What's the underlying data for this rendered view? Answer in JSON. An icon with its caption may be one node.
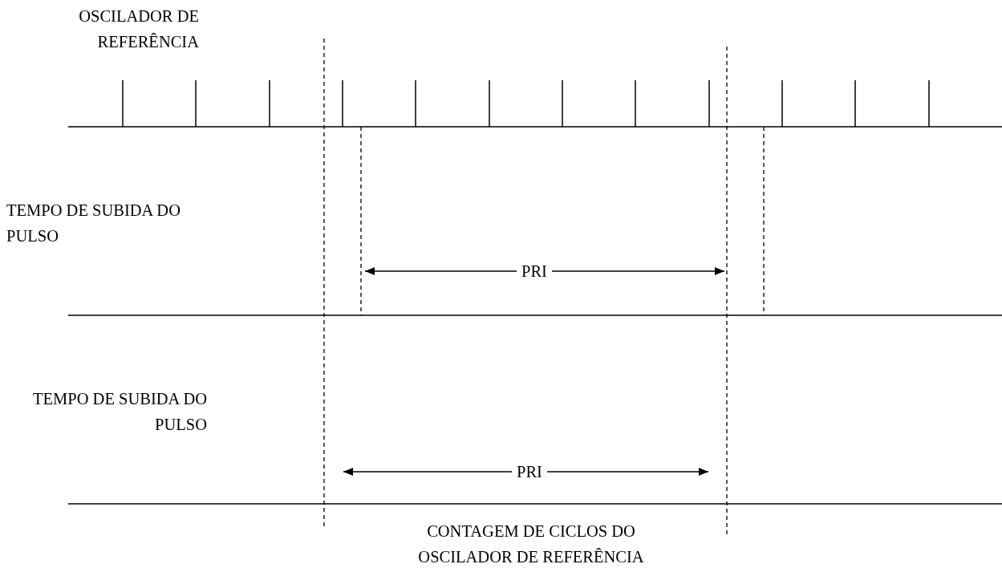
{
  "diagram": {
    "labels": [
      "OSCILADOR DE REFERÊNCIA",
      "TEMPO DE SUBIDA DO PULSO",
      "PRI",
      "TEMPO DE SUBIDA DO PULSO",
      "PRI",
      "CONTAGEM DE CICLOS DO OSCILADOR DE REFERÊNCIA"
    ]
  }
}
